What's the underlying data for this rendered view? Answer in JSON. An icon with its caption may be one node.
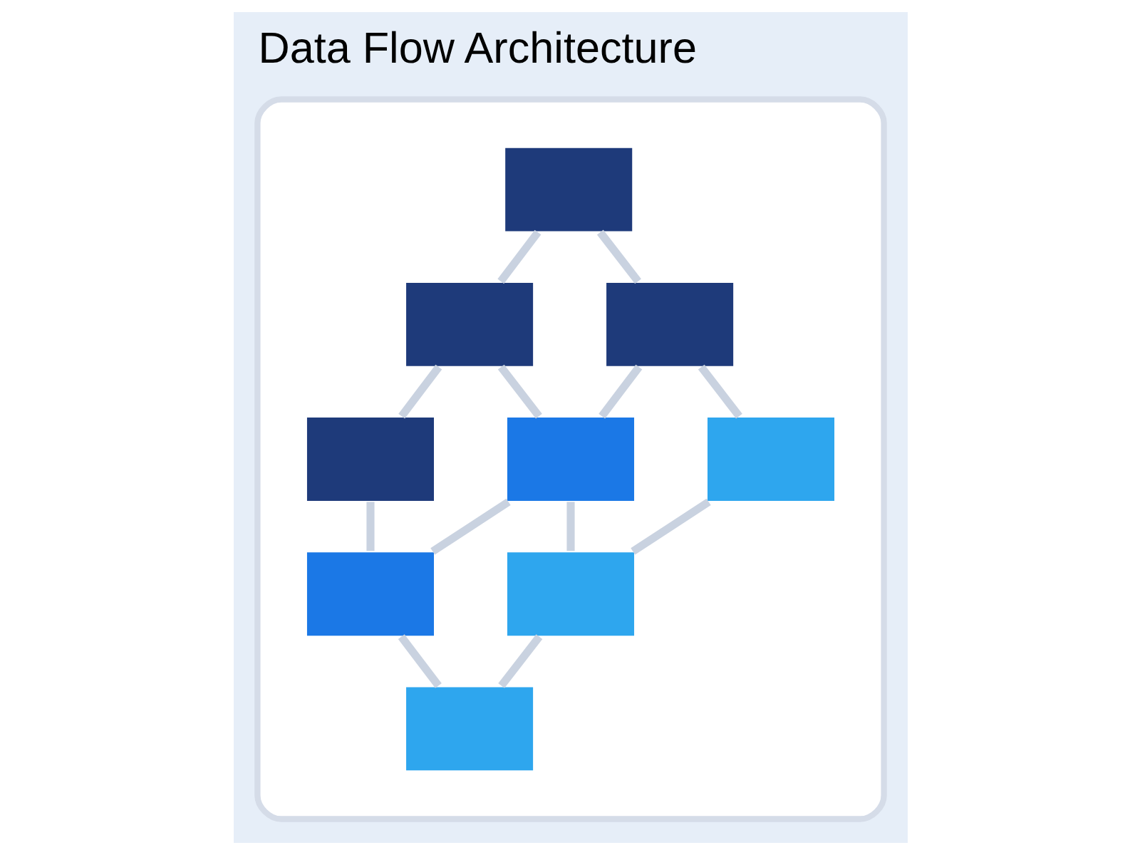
{
  "diagram": {
    "title": "Data Flow Architecture",
    "nodes": [
      {
        "text": [],
        "shape": "box"
      },
      {
        "text": [],
        "shape": "box",
        "in": 0
      },
      {
        "text": [],
        "shape": "box",
        "in": 0
      },
      {
        "text": [],
        "shape": "box",
        "in": 0
      },
      {
        "text": [],
        "shape": "box",
        "in": 0
      },
      {
        "text": [],
        "shape": "box",
        "in": 0
      },
      {
        "text": [],
        "shape": "box",
        "in": 0
      },
      {
        "text": [],
        "shape": "box",
        "in": 0
      },
      {
        "text": [],
        "shape": "box",
        "in": 0
      },
      {
        "text": [],
        "shape": "box",
        "in": 0
      }
    ],
    "edges": [
      {
        "from": 1,
        "to": 2,
        "arrow": "none"
      },
      {
        "from": 1,
        "to": 3,
        "arrow": "none"
      },
      {
        "from": 2,
        "to": 4,
        "arrow": "none"
      },
      {
        "from": 2,
        "to": 5,
        "arrow": "none"
      },
      {
        "from": 3,
        "to": 5,
        "arrow": "none"
      },
      {
        "from": 3,
        "to": 6,
        "arrow": "none"
      },
      {
        "from": 4,
        "to": 7,
        "arrow": "none"
      },
      {
        "from": 5,
        "to": 7,
        "arrow": "none"
      },
      {
        "from": 5,
        "to": 8,
        "arrow": "none"
      },
      {
        "from": 6,
        "to": 8,
        "arrow": "none"
      },
      {
        "from": 7,
        "to": 9,
        "arrow": "none"
      },
      {
        "from": 8,
        "to": 9,
        "arrow": "none"
      }
    ]
  }
}
